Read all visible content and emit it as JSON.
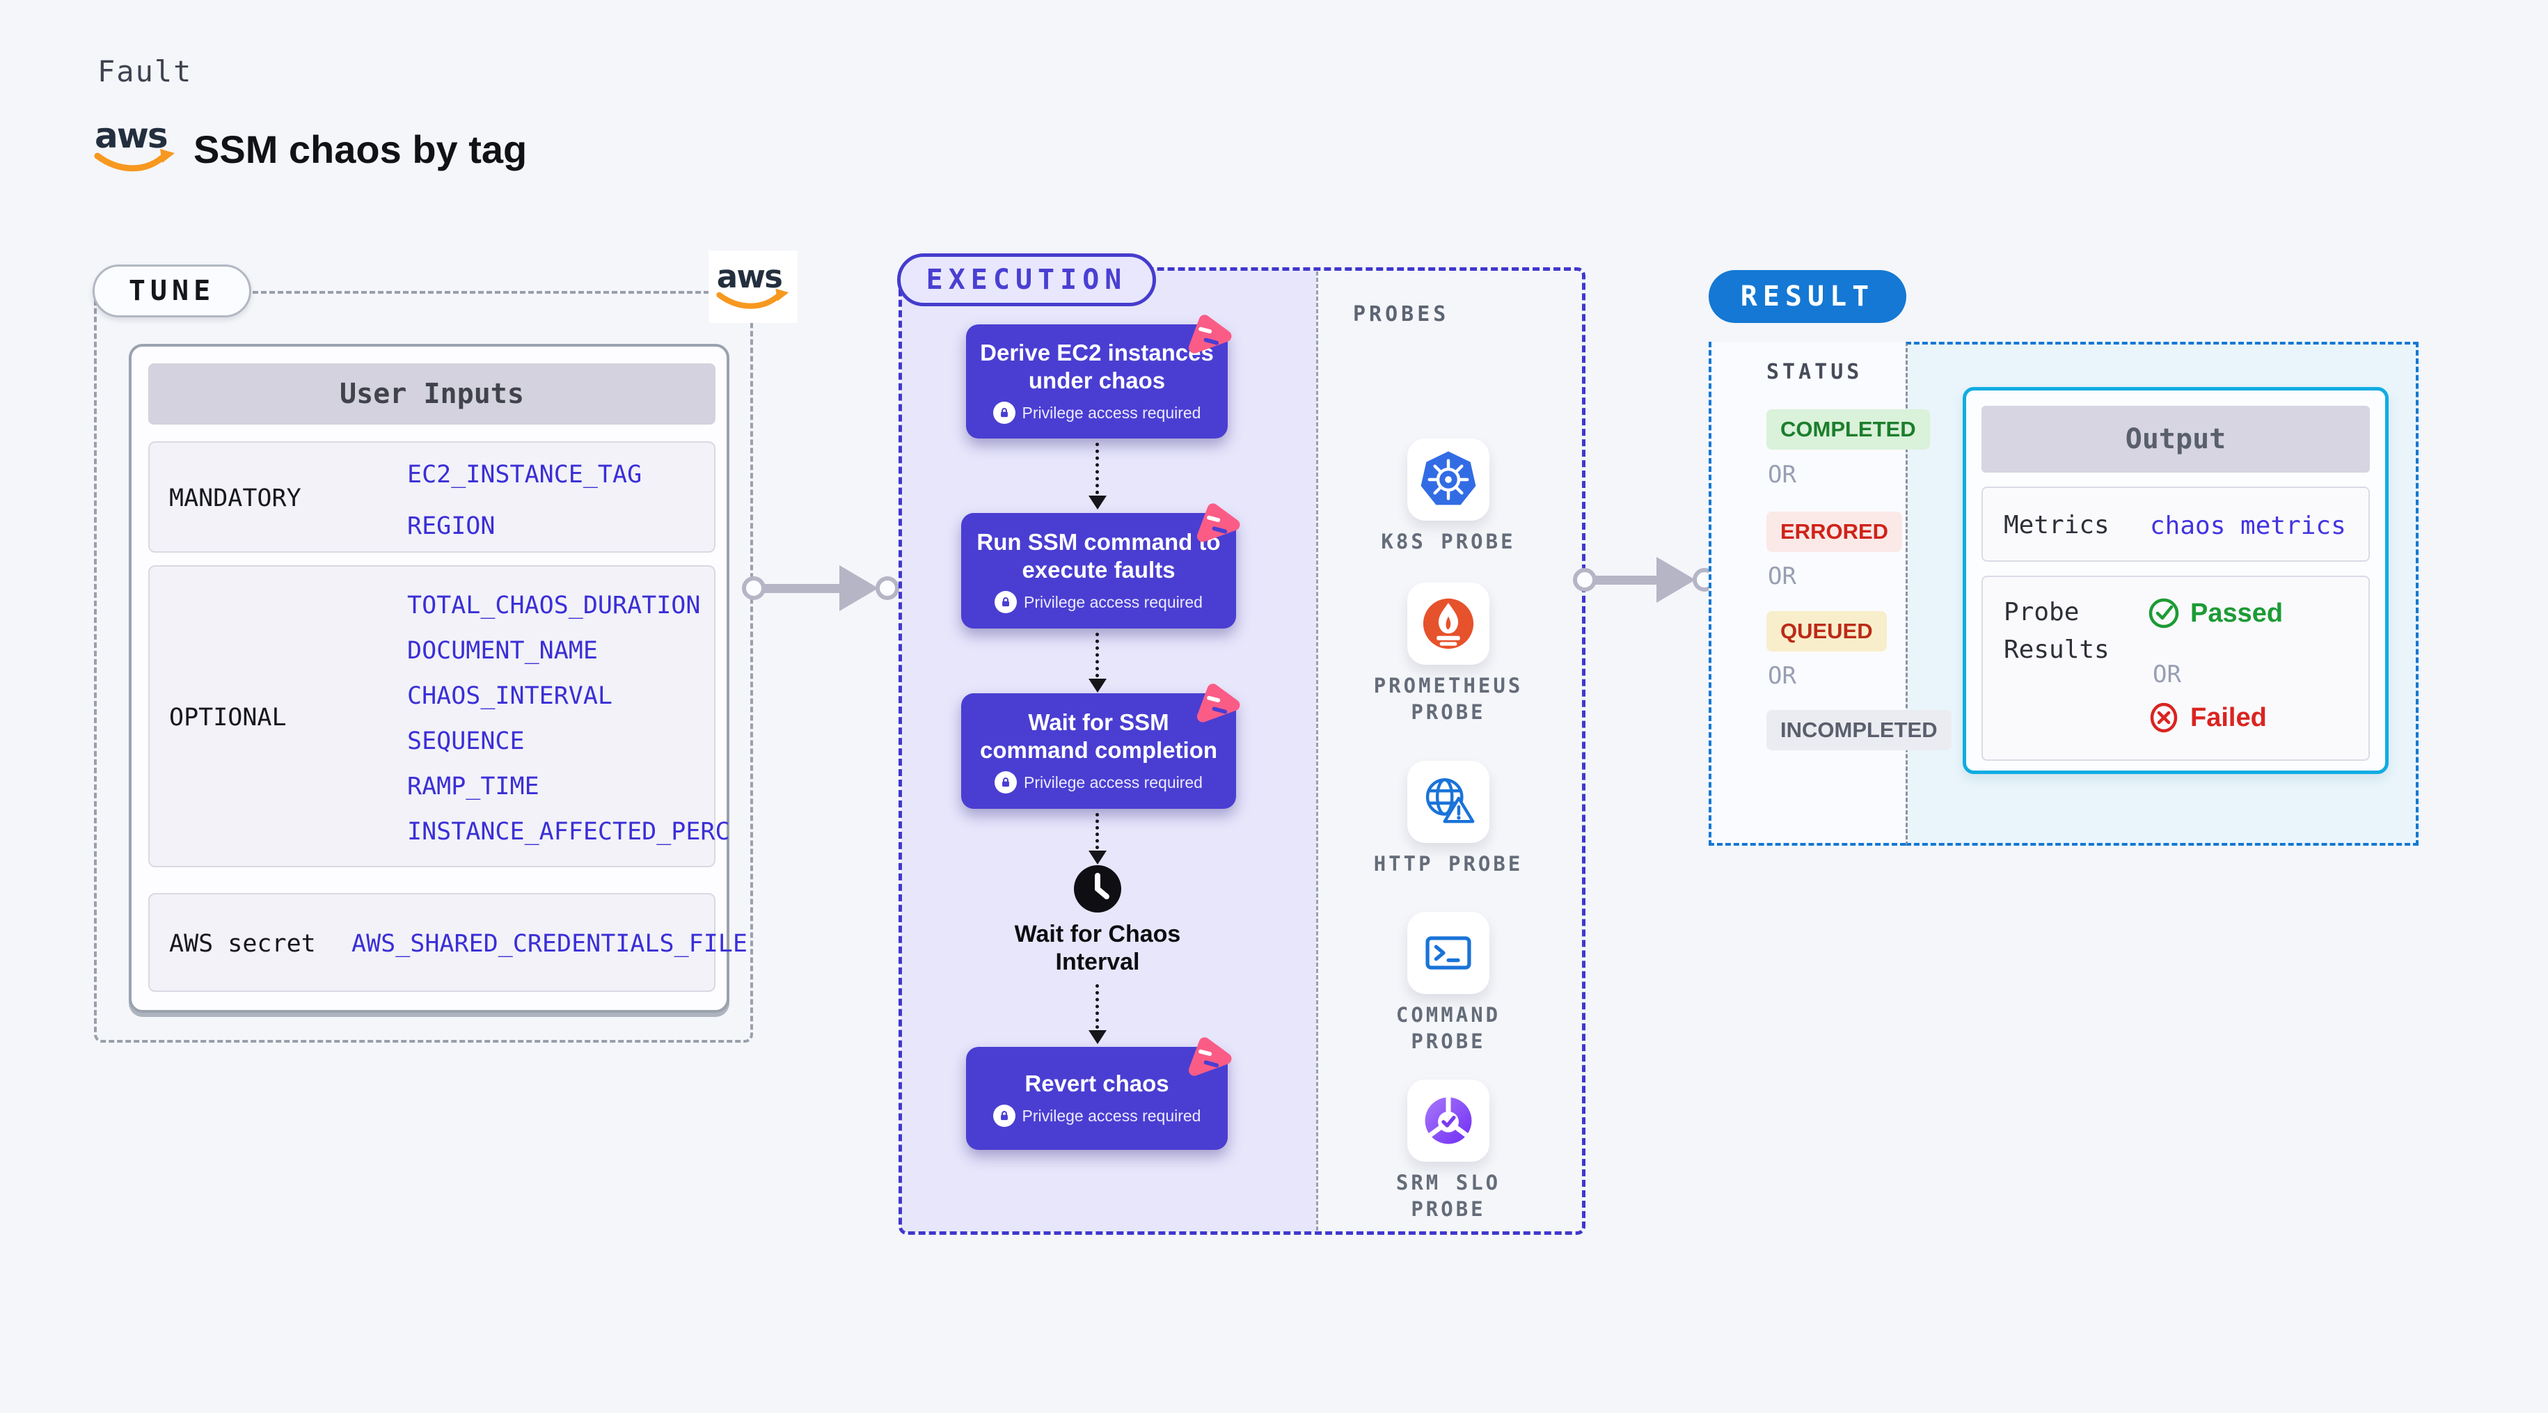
{
  "header": {
    "kicker": "Fault",
    "title": "SSM chaos by tag",
    "aws_logo_text": "aws"
  },
  "tune": {
    "label": "TUNE",
    "table": {
      "header": "User Inputs",
      "rows": [
        {
          "label": "MANDATORY",
          "values": [
            "EC2_INSTANCE_TAG",
            "REGION"
          ]
        },
        {
          "label": "OPTIONAL",
          "values": [
            "TOTAL_CHAOS_DURATION",
            "DOCUMENT_NAME",
            "CHAOS_INTERVAL",
            "SEQUENCE",
            "RAMP_TIME",
            "INSTANCE_AFFECTED_PERC"
          ]
        },
        {
          "label": "AWS secret",
          "values": [
            "AWS_SHARED_CREDENTIALS_FILE"
          ]
        }
      ]
    }
  },
  "execution": {
    "label": "EXECUTION",
    "privilege_badge": "Privilege access required",
    "steps": [
      {
        "title": "Derive EC2 instances under chaos"
      },
      {
        "title": "Run SSM command to execute faults"
      },
      {
        "title": "Wait for SSM command completion"
      }
    ],
    "wait_label": "Wait for Chaos Interval",
    "revert_title": "Revert chaos"
  },
  "probes": {
    "label": "PROBES",
    "items": [
      {
        "label": "K8S PROBE",
        "icon": "kubernetes-icon"
      },
      {
        "label": "PROMETHEUS PROBE",
        "icon": "prometheus-icon"
      },
      {
        "label": "HTTP PROBE",
        "icon": "http-globe-warning-icon"
      },
      {
        "label": "COMMAND PROBE",
        "icon": "terminal-icon"
      },
      {
        "label": "SRM SLO PROBE",
        "icon": "srm-slo-icon"
      }
    ]
  },
  "result": {
    "label": "RESULT",
    "status_label": "STATUS",
    "or": "OR",
    "statuses": [
      {
        "text": "COMPLETED",
        "fg": "#1b7e2c",
        "bg": "#daf1da"
      },
      {
        "text": "ERRORED",
        "fg": "#cf2318",
        "bg": "#fbe9e8"
      },
      {
        "text": "QUEUED",
        "fg": "#bc2b18",
        "bg": "#f9eecb"
      },
      {
        "text": "INCOMPLETED",
        "fg": "#5a5f6d",
        "bg": "#ebecf1"
      }
    ],
    "output": {
      "header": "Output",
      "metrics_label": "Metrics",
      "metrics_value": "chaos metrics",
      "probe_results_label": "Probe Results",
      "passed": "Passed",
      "failed": "Failed"
    }
  },
  "colors": {
    "page_bg": "#f4f6fa",
    "step_purple": "#4a3ed2",
    "execution_panel": "#e7e6fb",
    "execution_dash": "#4038cd",
    "result_blue": "#1478d4",
    "output_border": "#10ace2",
    "pink_accent": "#fa5c86",
    "aws_orange": "#f7981f",
    "aws_navy": "#232f3e",
    "value_blue": "#3b2fd6",
    "arrow_gray": "#b5b5c6"
  }
}
